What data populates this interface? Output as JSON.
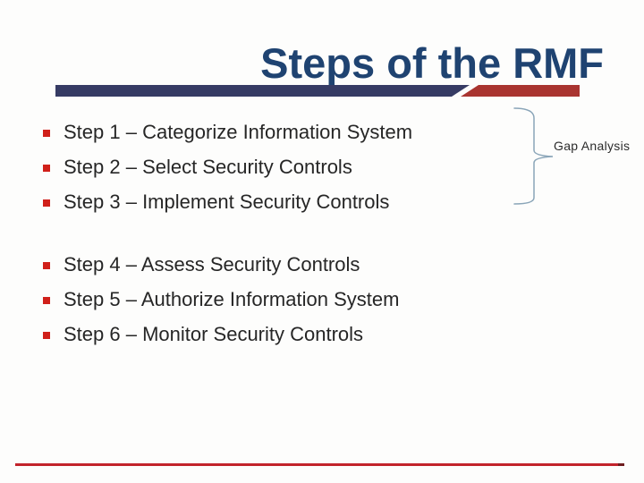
{
  "slide": {
    "title": "Steps of the RMF",
    "bullet_groups": [
      {
        "items": [
          "Step 1 – Categorize Information System",
          "Step 2 – Select Security Controls",
          "Step 3 – Implement Security Controls"
        ]
      },
      {
        "items": [
          "Step 4 – Assess Security Controls",
          "Step 5 – Authorize Information System",
          "Step 6 – Monitor Security Controls"
        ]
      }
    ],
    "annotation": {
      "label": "Gap Analysis",
      "bracket_icon": "right-curly-brace"
    },
    "colors": {
      "title": "#1f4371",
      "bar_navy": "#363b64",
      "bar_red": "#a93430",
      "bullet": "#d0201a",
      "body_text": "#262626",
      "bracket": "#8aa5b8",
      "annotation_text": "#2b2b2b",
      "bottom_line": "#c2232b",
      "bottom_line_cap": "#6e1d1f",
      "background": "#fdfdfc"
    }
  }
}
